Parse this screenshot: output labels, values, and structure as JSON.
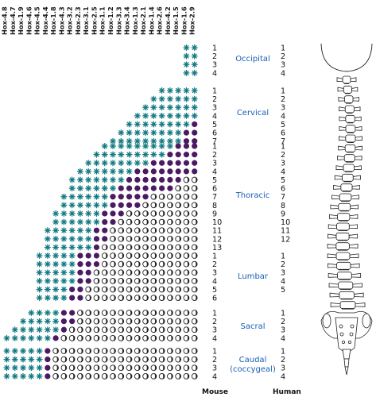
{
  "genes": [
    "Hox-4.8",
    "Hox-4.7",
    "Hox-1.9",
    "Hox-4.6",
    "Hox-4.5",
    "Hox-4.4",
    "Hox-1.8",
    "Hox-4.3",
    "Hox-3.2",
    "Hox-2.3",
    "Hox-3.1",
    "Hox-2.5",
    "Hox-1.1",
    "Hox-1.2",
    "Hox-3.3",
    "Hox-3.4",
    "Hox-1.3",
    "Hox-2.1",
    "Hox-1.4",
    "Hox-2.6",
    "Hox-4.2",
    "Hox-1.5",
    "Hox-1.6",
    "Hox-2.9"
  ],
  "regions": [
    {
      "name": [
        "Occipital"
      ],
      "mouse": [
        "1",
        "2",
        "3",
        "4"
      ],
      "human": [
        "1",
        "2",
        "3",
        "4"
      ],
      "starts": [
        22,
        22,
        22,
        22
      ],
      "dark": [],
      "ring": []
    },
    {
      "name": [
        "Cervical"
      ],
      "mouse": [
        "1",
        "2",
        "3",
        "4",
        "5",
        "6",
        "7"
      ],
      "human": [
        "1",
        "2",
        "3",
        "4",
        "5",
        "6",
        "7"
      ],
      "starts": [
        19,
        18,
        17,
        16,
        15,
        14,
        13
      ],
      "dark": [
        [],
        [],
        [],
        [],
        [
          23
        ],
        [
          22,
          23
        ],
        [
          22,
          23
        ]
      ],
      "ring": []
    },
    {
      "name": [
        "Thoracic"
      ],
      "mouse": [
        "1",
        "2",
        "3",
        "4",
        "5",
        "6",
        "7",
        "8",
        "9",
        "10",
        "11",
        "12",
        "13"
      ],
      "human": [
        "1",
        "2",
        "3",
        "4",
        "5",
        "6",
        "7",
        "8",
        "9",
        "10",
        "11",
        "12"
      ],
      "starts": [
        12,
        11,
        10,
        9,
        8,
        8,
        7,
        7,
        6,
        6,
        5,
        5,
        5
      ],
      "dark": [
        [
          21,
          22,
          23
        ],
        [
          20,
          21,
          22,
          23
        ],
        [
          18,
          19,
          20,
          21,
          22,
          23
        ],
        [
          16,
          17,
          18,
          19,
          20,
          21,
          22,
          23
        ],
        [
          15,
          16,
          17,
          18,
          19,
          20,
          21
        ],
        [
          14,
          15,
          16,
          17,
          18,
          19,
          20
        ],
        [
          13,
          14,
          15,
          16,
          17
        ],
        [
          13,
          14,
          15,
          16
        ],
        [
          12,
          13,
          14
        ],
        [
          12,
          13
        ],
        [
          11,
          12
        ],
        [
          11,
          12
        ],
        [
          11
        ]
      ],
      "ring": [
        [],
        [],
        [],
        [],
        [
          22,
          23
        ],
        [
          21,
          22,
          23
        ],
        [
          18,
          19,
          20,
          21,
          22,
          23
        ],
        [
          17,
          18,
          19,
          20,
          21,
          22,
          23
        ],
        [
          15,
          16,
          17,
          18,
          19,
          20,
          21,
          22,
          23
        ],
        [
          14,
          15,
          16,
          17,
          18,
          19,
          20,
          21,
          22,
          23
        ],
        [
          13,
          14,
          15,
          16,
          17,
          18,
          19,
          20,
          21,
          22,
          23
        ],
        [
          13,
          14,
          15,
          16,
          17,
          18,
          19,
          20,
          21,
          22,
          23
        ],
        [
          12,
          13,
          14,
          15,
          16,
          17,
          18,
          19,
          20,
          21,
          22,
          23
        ]
      ]
    },
    {
      "name": [
        "Lumbar"
      ],
      "mouse": [
        "1",
        "2",
        "3",
        "4",
        "5",
        "6"
      ],
      "human": [
        "1",
        "2",
        "3",
        "4",
        "5"
      ],
      "starts": [
        4,
        4,
        4,
        4,
        4,
        4
      ],
      "dark": [
        [
          9,
          10,
          11
        ],
        [
          9,
          10,
          11
        ],
        [
          9,
          10
        ],
        [
          9,
          10
        ],
        [
          8,
          9
        ],
        [
          8,
          9
        ]
      ],
      "ring": [
        [
          12,
          13,
          14,
          15,
          16,
          17,
          18,
          19,
          20,
          21,
          22,
          23
        ],
        [
          12,
          13,
          14,
          15,
          16,
          17,
          18,
          19,
          20,
          21,
          22,
          23
        ],
        [
          11,
          12,
          13,
          14,
          15,
          16,
          17,
          18,
          19,
          20,
          21,
          22,
          23
        ],
        [
          11,
          12,
          13,
          14,
          15,
          16,
          17,
          18,
          19,
          20,
          21,
          22,
          23
        ],
        [
          10,
          11,
          12,
          13,
          14,
          15,
          16,
          17,
          18,
          19,
          20,
          21,
          22,
          23
        ],
        [
          10,
          11,
          12,
          13,
          14,
          15,
          16,
          17,
          18,
          19,
          20,
          21,
          22,
          23
        ]
      ]
    },
    {
      "name": [
        "Sacral"
      ],
      "mouse": [
        "1",
        "2",
        "3",
        "4"
      ],
      "human": [
        "1",
        "2",
        "3",
        "4"
      ],
      "starts": [
        3,
        2,
        1,
        0
      ],
      "dark": [
        [
          7,
          8
        ],
        [
          7,
          8
        ],
        [
          7
        ],
        [
          6
        ]
      ],
      "ring": [
        [
          9,
          10,
          11,
          12,
          13,
          14,
          15,
          16,
          17,
          18,
          19,
          20,
          21,
          22,
          23
        ],
        [
          9,
          10,
          11,
          12,
          13,
          14,
          15,
          16,
          17,
          18,
          19,
          20,
          21,
          22,
          23
        ],
        [
          8,
          9,
          10,
          11,
          12,
          13,
          14,
          15,
          16,
          17,
          18,
          19,
          20,
          21,
          22,
          23
        ],
        [
          7,
          8,
          9,
          10,
          11,
          12,
          13,
          14,
          15,
          16,
          17,
          18,
          19,
          20,
          21,
          22,
          23
        ]
      ]
    },
    {
      "name": [
        "Caudal",
        "(coccygeal)"
      ],
      "mouse": [
        "1",
        "2",
        "3",
        "4"
      ],
      "human": [
        "1",
        "2",
        "3",
        "4"
      ],
      "starts": [
        0,
        0,
        0,
        0
      ],
      "dark": [
        [
          5
        ],
        [
          5
        ],
        [
          5
        ],
        [
          5
        ]
      ],
      "ring": [
        [
          6,
          7,
          8,
          9,
          10,
          11,
          12,
          13,
          14,
          15,
          16,
          17,
          18,
          19,
          20,
          21,
          22,
          23
        ],
        [
          6,
          7,
          8,
          9,
          10,
          11,
          12,
          13,
          14,
          15,
          16,
          17,
          18,
          19,
          20,
          21,
          22,
          23
        ],
        [
          6,
          7,
          8,
          9,
          10,
          11,
          12,
          13,
          14,
          15,
          16,
          17,
          18,
          19,
          20,
          21,
          22,
          23
        ],
        [
          6,
          7,
          8,
          9,
          10,
          11,
          12,
          13,
          14,
          15,
          16,
          17,
          18,
          19,
          20,
          21,
          22,
          23
        ]
      ]
    }
  ],
  "footer": {
    "mouse": "Mouse",
    "human": "Human"
  },
  "colors": {
    "star": "#127a82",
    "dark": "#4b1a63",
    "ring": "#222222",
    "region_text": "#1a5db8"
  }
}
